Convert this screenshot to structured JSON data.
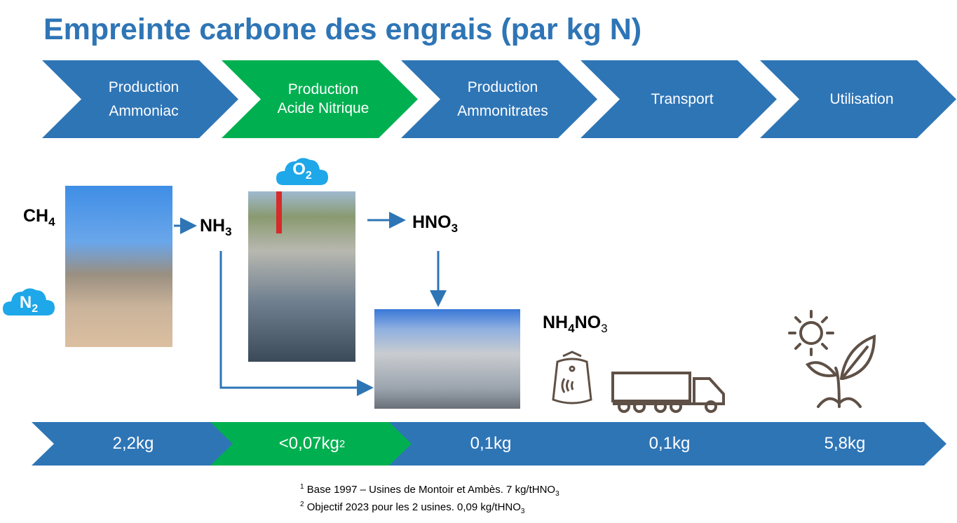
{
  "title": "Empreinte carbone des engrais (par kg N)",
  "steps": [
    {
      "line1": "Production",
      "line2": "Ammoniac"
    },
    {
      "line1": "Production",
      "line2": "Acide Nitrique"
    },
    {
      "line1": "Production",
      "line2": "Ammonitrates"
    },
    {
      "line1": "Transport",
      "line2": ""
    },
    {
      "line1": "Utilisation",
      "line2": ""
    }
  ],
  "values": [
    {
      "value": "2,2kg",
      "sup": ""
    },
    {
      "value": "<0,07kg",
      "sup": "2"
    },
    {
      "value": "0,1kg",
      "sup": ""
    },
    {
      "value": "0,1kg",
      "sup": ""
    },
    {
      "value": "5,8kg",
      "sup": ""
    }
  ],
  "chemicals": {
    "ch4": {
      "base": "CH",
      "sub": "4"
    },
    "nh3": {
      "base": "NH",
      "sub": "3"
    },
    "hno3": {
      "base": "HNO",
      "sub": "3"
    },
    "nh4no3": {
      "a": "NH",
      "sub1": "4",
      "b": "NO",
      "sub2": "3"
    },
    "n2": {
      "base": "N",
      "sub": "2"
    },
    "o2": {
      "base": "O",
      "sub": "2"
    }
  },
  "footnotes": [
    {
      "mark": "1",
      "text": "Base 1997 – Usines de Montoir et Ambès. 7 kg/tHNO",
      "sub": "3"
    },
    {
      "mark": "2",
      "text": "Objectif 2023 pour les 2 usines. 0,09 kg/tHNO",
      "sub": "3"
    }
  ],
  "colors": {
    "blue": "#2e75b6",
    "green": "#00b050",
    "cloud": "#1ea7e9",
    "icon": "#5f5046"
  }
}
